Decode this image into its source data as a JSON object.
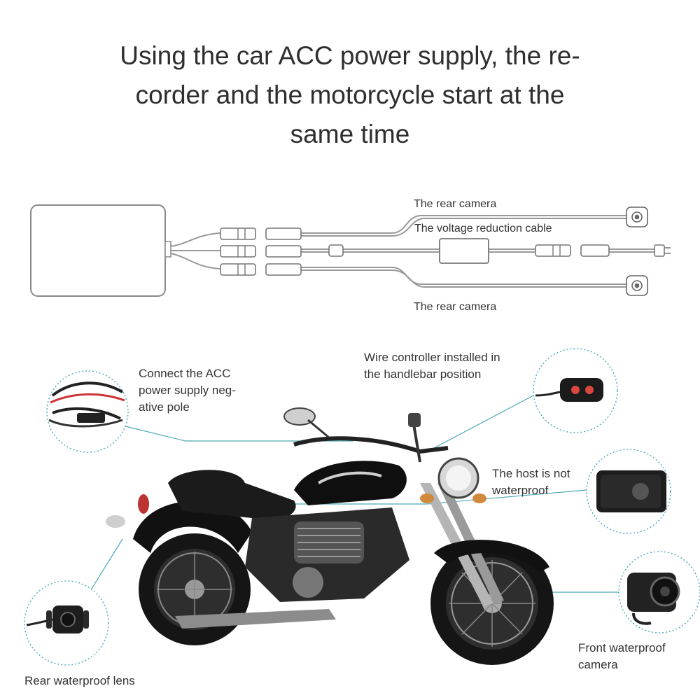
{
  "title": "Using the car ACC power supply, the re-\ncorder and the motorcycle start at the\nsame time",
  "wiring": {
    "rear_camera_top": "The rear camera",
    "voltage_cable": "The voltage reduction cable",
    "rear_camera_bottom": "The rear camera"
  },
  "callouts": {
    "acc": "Connect  the  ACC\npower supply neg-\native pole",
    "wire_controller": "Wire controller installed in\nthe handlebar position",
    "host": "The host is not\nwaterproof",
    "front_camera": "Front waterproof\ncamera",
    "rear_lens": "Rear waterproof lens"
  },
  "colors": {
    "accent": "#4aa9b8",
    "wire": "#9a9a9a",
    "bike": "#1a1a1a"
  }
}
